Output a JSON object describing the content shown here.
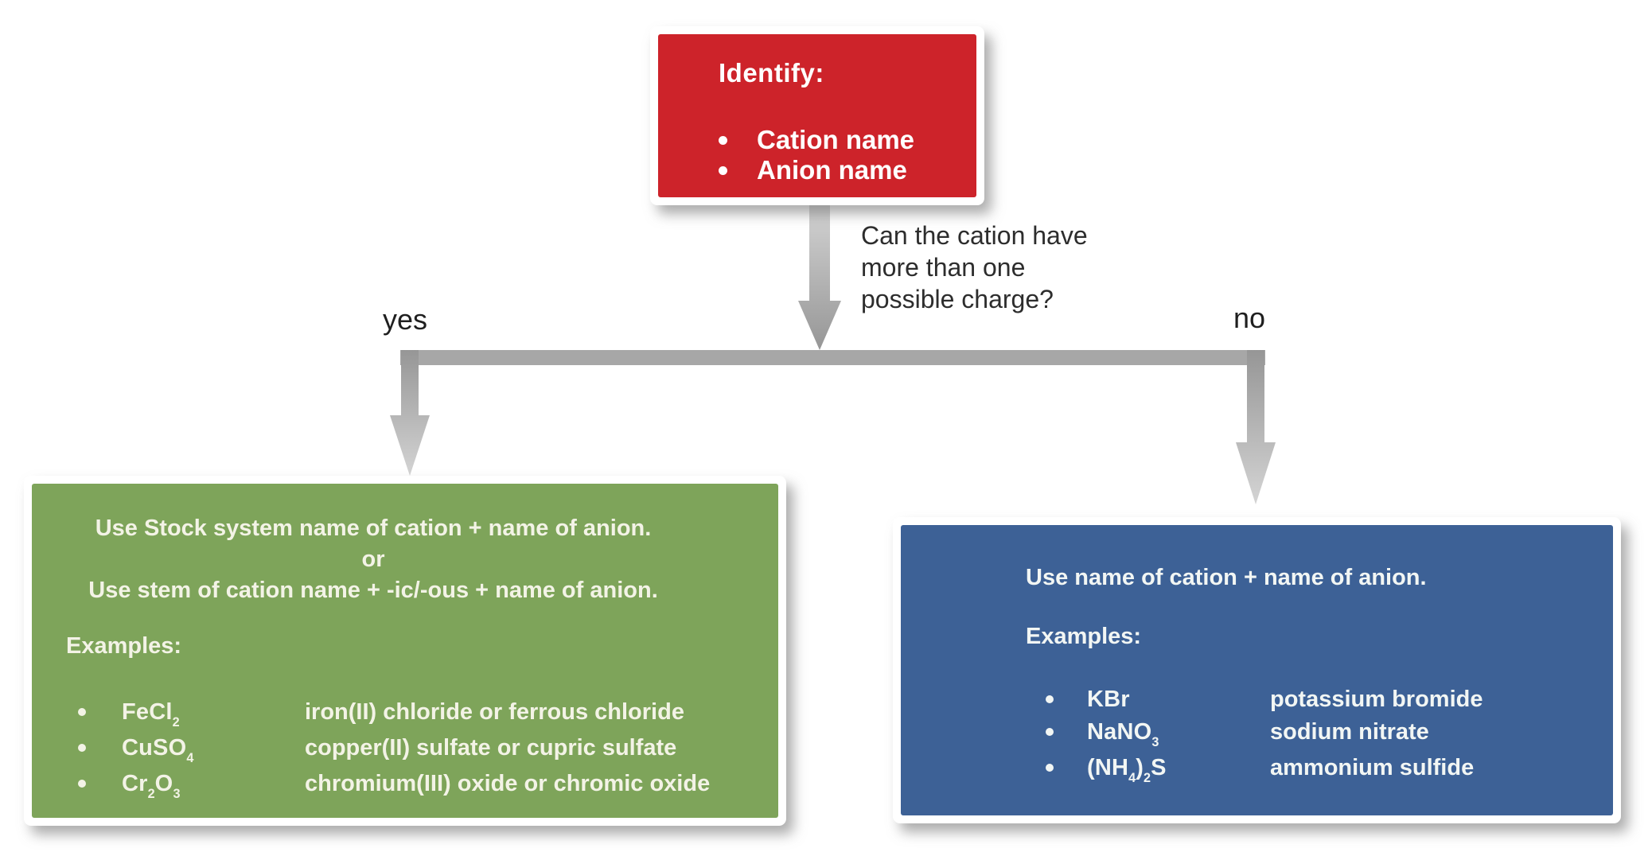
{
  "colors": {
    "background": "#ffffff",
    "red_box": "#cd232a",
    "green_box": "#7ea45a",
    "blue_box": "#3d6196",
    "red_box_text": "#ffffff",
    "green_box_text": "#f3f3e6",
    "blue_box_text": "#f2f6f4",
    "connector": "#a7a7a7",
    "connector_dark": "#969696",
    "connector_light": "#d4d4d4",
    "question_text": "#2d2d2d",
    "branch_label_text": "#1f1f1f"
  },
  "start_box": {
    "title": "Identify:",
    "items": [
      "Cation name",
      "Anion name"
    ]
  },
  "question": {
    "lines": [
      "Can the cation have",
      "more than one",
      "possible charge?"
    ]
  },
  "branches": {
    "yes_label": "yes",
    "no_label": "no"
  },
  "yes_box": {
    "rule_lines": [
      "Use Stock system name of cation + name of anion.",
      "or",
      "Use stem of cation name + -ic/-ous + name of anion."
    ],
    "examples_label": "Examples:",
    "examples": [
      {
        "formula": [
          {
            "text": "FeCl"
          },
          {
            "text": "2",
            "sub": true
          }
        ],
        "name": "iron(II) chloride or ferrous chloride"
      },
      {
        "formula": [
          {
            "text": "CuSO"
          },
          {
            "text": "4",
            "sub": true
          }
        ],
        "name": "copper(II) sulfate or cupric sulfate"
      },
      {
        "formula": [
          {
            "text": "Cr"
          },
          {
            "text": "2",
            "sub": true
          },
          {
            "text": "O"
          },
          {
            "text": "3",
            "sub": true
          }
        ],
        "name": "chromium(III) oxide or chromic oxide"
      }
    ]
  },
  "no_box": {
    "rule_lines": [
      "Use name of cation + name of anion."
    ],
    "examples_label": "Examples:",
    "examples": [
      {
        "formula": [
          {
            "text": "KBr"
          }
        ],
        "name": "potassium bromide"
      },
      {
        "formula": [
          {
            "text": "NaNO"
          },
          {
            "text": "3",
            "sub": true
          }
        ],
        "name": "sodium nitrate"
      },
      {
        "formula": [
          {
            "text": "(NH"
          },
          {
            "text": "4",
            "sub": true
          },
          {
            "text": ")"
          },
          {
            "text": "2",
            "sub": true
          },
          {
            "text": "S"
          }
        ],
        "name": "ammonium sulfide"
      }
    ]
  }
}
